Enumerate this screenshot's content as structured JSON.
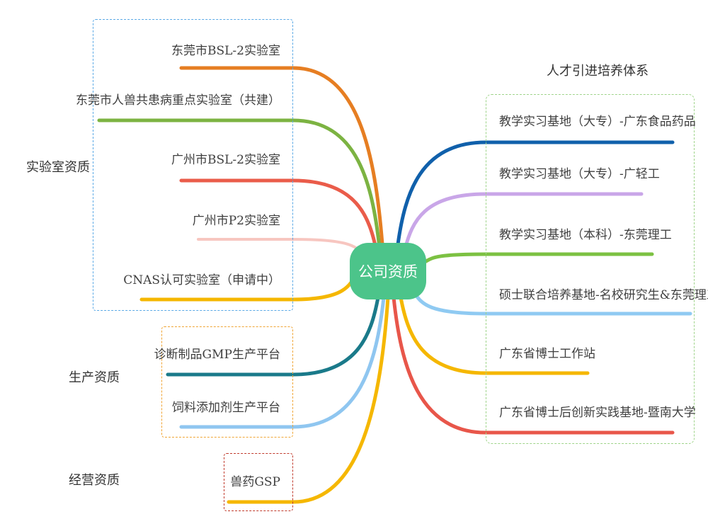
{
  "center": {
    "label": "公司资质",
    "color": "#4cc48a"
  },
  "groups": {
    "lab": {
      "label": "实验室资质",
      "border_color": "#5aa9e6"
    },
    "production": {
      "label": "生产资质",
      "border_color": "#f0a535"
    },
    "operation": {
      "label": "经营资质",
      "border_color": "#c0392b"
    },
    "talent": {
      "label": "人才引进培养体系",
      "border_color": "#9fd48a"
    }
  },
  "left_branches": [
    {
      "label": "东莞市BSL-2实验室",
      "color": "#e67e22"
    },
    {
      "label": "东莞市人兽共患病重点实验室（共建）",
      "color": "#7cb342"
    },
    {
      "label": "广州市BSL-2实验室",
      "color": "#ea5c4a"
    },
    {
      "label": "广州市P2实验室",
      "color": "#f7c6c0"
    },
    {
      "label": "CNAS认可实验室（申请中）",
      "color": "#f5b700"
    },
    {
      "label": "诊断制品GMP生产平台",
      "color": "#1a7a8a"
    },
    {
      "label": "饲料添加剂生产平台",
      "color": "#8fc6f0"
    },
    {
      "label": "兽药GSP",
      "color": "#f5b700"
    }
  ],
  "right_branches": [
    {
      "label": "教学实习基地（大专）-广东食品药品",
      "color": "#1060ab"
    },
    {
      "label": "教学实习基地（大专）-广轻工",
      "color": "#c9a6e8"
    },
    {
      "label": "教学实习基地（本科）-东莞理工",
      "color": "#7cc142"
    },
    {
      "label": "硕士联合培养基地-名校研究生&东莞理工",
      "color": "#8fcaf2"
    },
    {
      "label": "广东省博士工作站",
      "color": "#f5b700"
    },
    {
      "label": "广东省博士后创新实践基地-暨南大学",
      "color": "#e8564a"
    }
  ]
}
